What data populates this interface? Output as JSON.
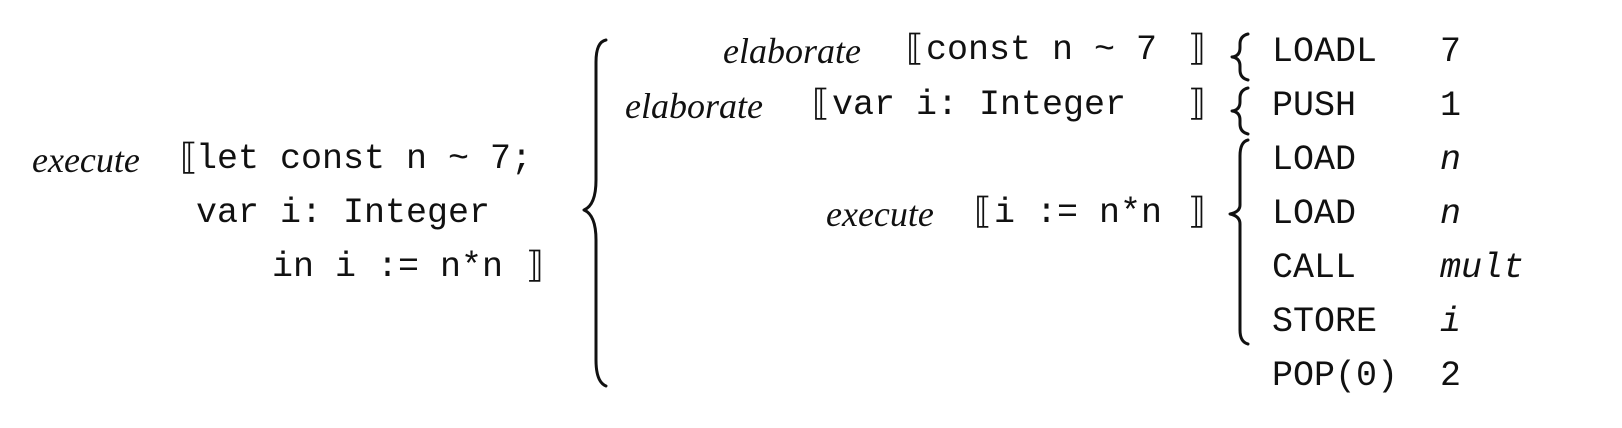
{
  "source": {
    "keyword": "execute",
    "lines": [
      "let const n ~ 7;",
      "var i: Integer",
      "in i := n*n"
    ]
  },
  "subcommands": [
    {
      "keyword": "elaborate",
      "phrase": "const n ~ 7"
    },
    {
      "keyword": "elaborate",
      "phrase": "var i: Integer"
    },
    {
      "keyword": "execute",
      "phrase": "i := n*n"
    }
  ],
  "brackets": {
    "open": "⟦",
    "close": "⟧"
  },
  "instructions": [
    {
      "op": "LOADL",
      "arg": "7",
      "arg_italic": false
    },
    {
      "op": "PUSH",
      "arg": "1",
      "arg_italic": false
    },
    {
      "op": "LOAD",
      "arg": "n",
      "arg_italic": true
    },
    {
      "op": "LOAD",
      "arg": "n",
      "arg_italic": true
    },
    {
      "op": "CALL",
      "arg": "mult",
      "arg_italic": true
    },
    {
      "op": "STORE",
      "arg": "i",
      "arg_italic": true
    },
    {
      "op": "POP(0)",
      "arg": "2",
      "arg_italic": false
    }
  ]
}
